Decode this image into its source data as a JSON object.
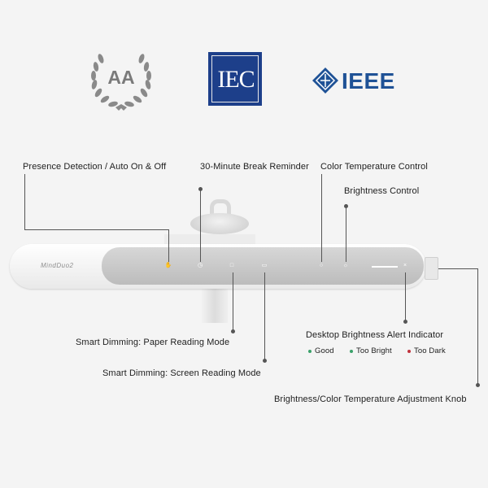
{
  "logos": {
    "aa": "AA",
    "iec": "IEC",
    "ieee": "IEEE"
  },
  "product": {
    "brand": "MindDuo2"
  },
  "callouts": {
    "presence": "Presence Detection / Auto On & Off",
    "break_reminder": "30-Minute Break Reminder",
    "color_temp": "Color Temperature Control",
    "brightness": "Brightness Control",
    "paper_mode": "Smart Dimming: Paper Reading Mode",
    "screen_mode": "Smart Dimming: Screen Reading Mode",
    "alert_indicator": "Desktop Brightness Alert Indicator",
    "knob": "Brightness/Color Temperature Adjustment Knob"
  },
  "legend": [
    {
      "label": "Good",
      "color": "#3aa16a"
    },
    {
      "label": "Too Bright",
      "color": "#3aa16a"
    },
    {
      "label": "Too Dark",
      "color": "#c0323c"
    }
  ],
  "colors": {
    "iec_blue": "#1d3f8a",
    "ieee_blue": "#1f5296",
    "laurel_gray": "#7a7a7a"
  },
  "icons": [
    "laurel-wreath-icon",
    "ieee-diamond-icon",
    "hand-sensor-icon",
    "timer-icon",
    "book-icon",
    "monitor-icon",
    "thermometer-icon",
    "sun-icon",
    "alert-light-icon"
  ]
}
